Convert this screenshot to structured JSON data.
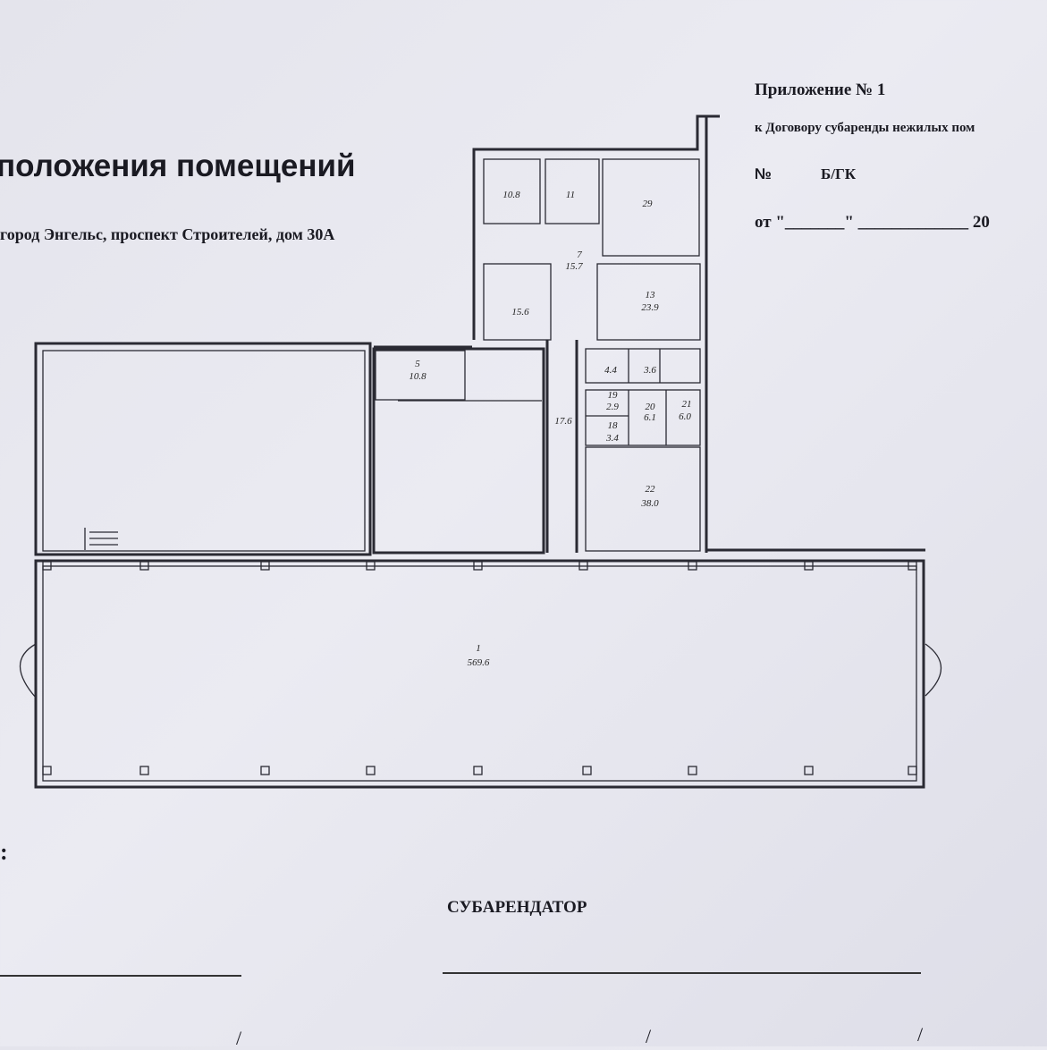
{
  "header": {
    "appendix": "Приложение № 1",
    "contract": "к Договору субаренды нежилых пом",
    "number_label": "№",
    "number_value": "Б/ГК",
    "date_line": "от \"_______\" _____________ 20"
  },
  "title": "положения помещений",
  "address": "город Энгельс, проспект Строителей, дом 30А",
  "rooms": [
    {
      "num": "1",
      "area": "569.6"
    },
    {
      "num": "5",
      "area": "10.8"
    },
    {
      "num": "",
      "area": "10.8"
    },
    {
      "num": "",
      "area": "11"
    },
    {
      "num": "",
      "area": "29"
    },
    {
      "num": "7",
      "area": "15.7"
    },
    {
      "num": "",
      "area": "15.6"
    },
    {
      "num": "13",
      "area": "23.9"
    },
    {
      "num": "",
      "area": "4.4"
    },
    {
      "num": "",
      "area": "3.6"
    },
    {
      "num": "",
      "area": "17.6"
    },
    {
      "num": "19",
      "area": "2.9"
    },
    {
      "num": "20",
      "area": "6.1"
    },
    {
      "num": "18",
      "area": "3.4"
    },
    {
      "num": "21",
      "area": "6.0"
    },
    {
      "num": "22",
      "area": "38.0"
    }
  ],
  "footer": {
    "left_colon": ":",
    "subtenant": "СУБАРЕНДАТОР",
    "slash": "/"
  }
}
